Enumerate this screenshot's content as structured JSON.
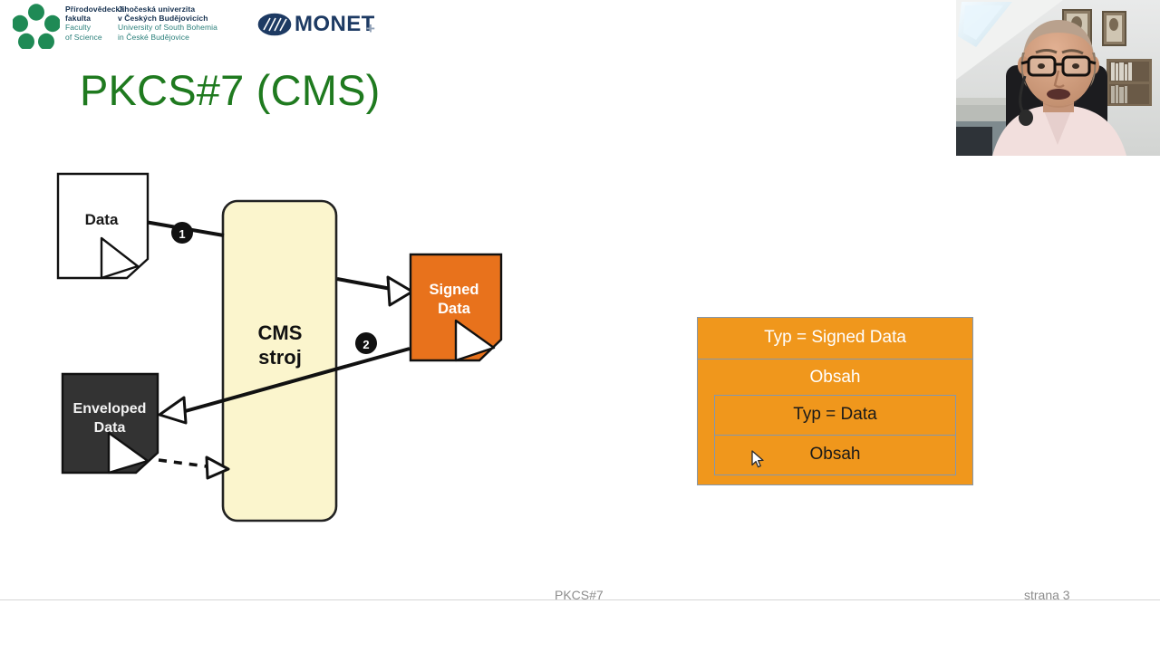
{
  "slide": {
    "title": "PKCS#7 (CMS)",
    "title_color": "#1f7a1f"
  },
  "header": {
    "university_logo": "green-flower-logo",
    "university_lines": {
      "cz_faculty_1": "Přírodovědecká",
      "cz_faculty_2": "fakulta",
      "en_faculty_1": "Faculty",
      "en_faculty_2": "of Science",
      "cz_uni_1": "Jihočeská univerzita",
      "cz_uni_2": "v Českých Budějovicích",
      "en_uni_1": "University of South Bohemia",
      "en_uni_2": "in České Budějovice"
    },
    "partner_logo": {
      "wordmark": "MONET",
      "plus": "+",
      "emblem": "monet-oval-emblem",
      "color": "#1d3a63"
    }
  },
  "diagram": {
    "nodes": {
      "data_doc": {
        "label": "Data",
        "fill": "#ffffff",
        "text_color": "#1a1a1a"
      },
      "cms_engine": {
        "label_line1": "CMS",
        "label_line2": "stroj",
        "fill": "#fbf5cd",
        "text_color": "#111111"
      },
      "signed_data": {
        "label_line1": "Signed",
        "label_line2": "Data",
        "fill": "#e8721c",
        "text_color": "#ffffff"
      },
      "enveloped_data": {
        "label_line1": "Enveloped",
        "label_line2": "Data",
        "fill": "#333333",
        "text_color": "#ffffff"
      }
    },
    "step_markers": [
      {
        "number": "1",
        "from": "data_doc",
        "to": "cms_engine"
      },
      {
        "number": "2",
        "from": "signed_data",
        "to": "enveloped_data"
      }
    ],
    "edges": [
      {
        "name": "data-to-cms",
        "style": "solid",
        "arrow": "none"
      },
      {
        "name": "cms-to-signed-data",
        "style": "solid",
        "arrow": "open"
      },
      {
        "name": "signed-data-to-enveloped-data",
        "style": "solid",
        "arrow": "open"
      },
      {
        "name": "enveloped-data-to-cms",
        "style": "dashed",
        "arrow": "open"
      }
    ]
  },
  "structure": {
    "border_color": "#8497ad",
    "fill": "#f0971c",
    "outer_type": "Typ = Signed Data",
    "outer_content_label": "Obsah",
    "inner_type": "Typ = Data",
    "inner_content_label": "Obsah"
  },
  "footer": {
    "left": "PKCS#7",
    "right": "strana 3"
  },
  "webcam": {
    "name": "presenter-video-feed"
  }
}
